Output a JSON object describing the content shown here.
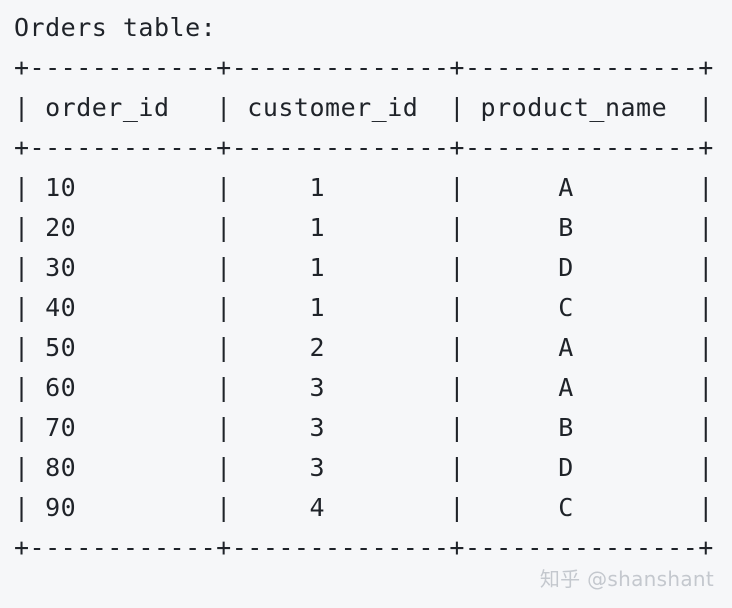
{
  "caption": "Orders table:",
  "lines": {
    "border_top": "+------------+--------------+---------------+",
    "header": "| order_id   | customer_id  | product_name  |",
    "border_mid": "+------------+--------------+---------------+",
    "rows": [
      "| 10         |     1        |      A        |",
      "| 20         |     1        |      B        |",
      "| 30         |     1        |      D        |",
      "| 40         |     1        |      C        |",
      "| 50         |     2        |      A        |",
      "| 60         |     3        |      A        |",
      "| 70         |     3        |      B        |",
      "| 80         |     3        |      D        |",
      "| 90         |     4        |      C        |"
    ],
    "border_bottom": "+------------+--------------+---------------+"
  },
  "table": {
    "columns": [
      "order_id",
      "customer_id",
      "product_name"
    ],
    "rows": [
      [
        "10",
        "1",
        "A"
      ],
      [
        "20",
        "1",
        "B"
      ],
      [
        "30",
        "1",
        "D"
      ],
      [
        "40",
        "1",
        "C"
      ],
      [
        "50",
        "2",
        "A"
      ],
      [
        "60",
        "3",
        "A"
      ],
      [
        "70",
        "3",
        "B"
      ],
      [
        "80",
        "3",
        "D"
      ],
      [
        "90",
        "4",
        "C"
      ]
    ]
  },
  "watermark": "知乎 @shanshant"
}
